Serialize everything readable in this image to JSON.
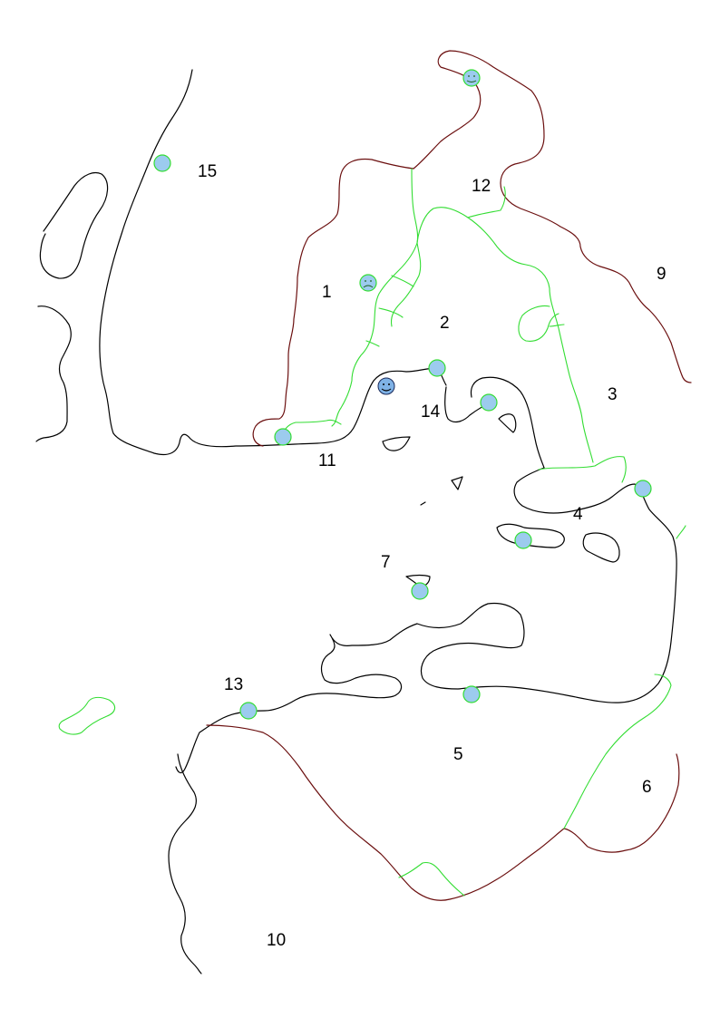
{
  "colors": {
    "river_black": "#000000",
    "border_red": "#6b0f0f",
    "path_green": "#33dd33",
    "node_fill": "#9ccbee",
    "background": "#ffffff"
  },
  "regions": [
    {
      "id": "1",
      "label": "1"
    },
    {
      "id": "2",
      "label": "2"
    },
    {
      "id": "3",
      "label": "3"
    },
    {
      "id": "4",
      "label": "4"
    },
    {
      "id": "5",
      "label": "5"
    },
    {
      "id": "6",
      "label": "6"
    },
    {
      "id": "7",
      "label": "7"
    },
    {
      "id": "9",
      "label": "9"
    },
    {
      "id": "10",
      "label": "10"
    },
    {
      "id": "11",
      "label": "11"
    },
    {
      "id": "12",
      "label": "12"
    },
    {
      "id": "13",
      "label": "13"
    },
    {
      "id": "14",
      "label": "14"
    },
    {
      "id": "15",
      "label": "15"
    }
  ],
  "markers": {
    "happy_face_top": "happy-face-icon",
    "sad_face": "sad-face-icon",
    "happy_face_center": "happy-face-icon",
    "node_count": 11
  }
}
